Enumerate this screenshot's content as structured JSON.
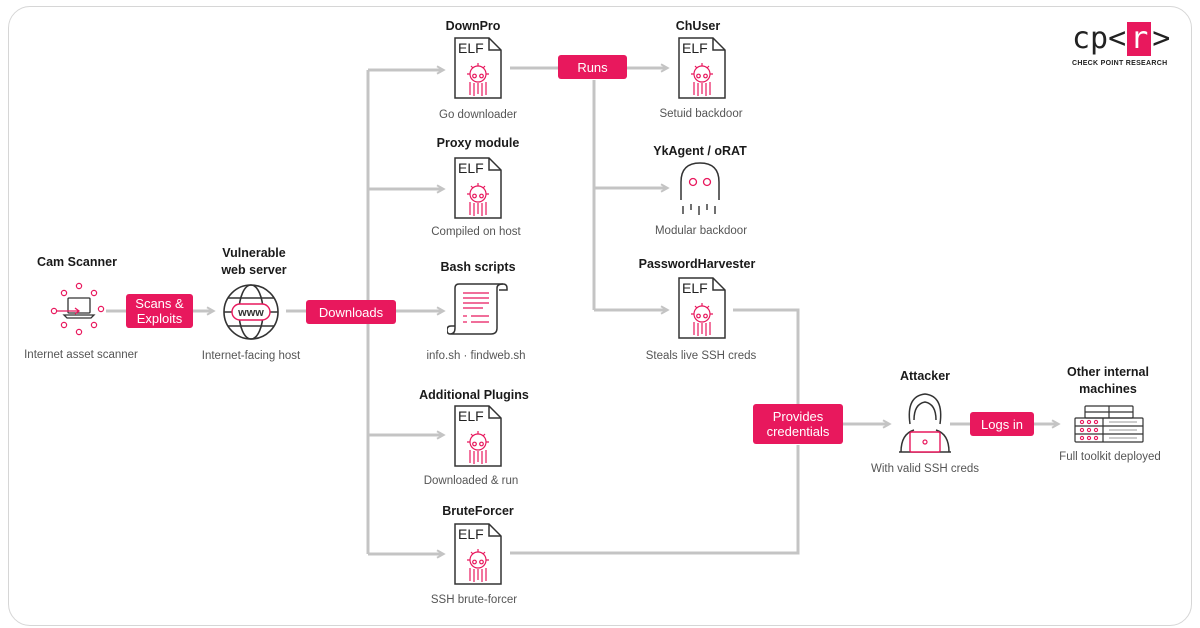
{
  "logo": {
    "mark_left": "cp<",
    "mark_r": "r",
    "mark_right": ">",
    "text": "CHECK POINT RESEARCH"
  },
  "nodes": {
    "cam_scanner": {
      "title": "Cam Scanner",
      "sub": "Internet asset scanner"
    },
    "web_server": {
      "title": "Vulnerable\nweb server",
      "sub": "Internet-facing host",
      "icon_label": "www"
    },
    "downpro": {
      "title": "DownPro",
      "sub": "Go downloader"
    },
    "proxy": {
      "title": "Proxy module",
      "sub": "Compiled on host"
    },
    "bash": {
      "title": "Bash scripts",
      "sub": "info.sh · findweb.sh"
    },
    "plugins": {
      "title": "Additional Plugins",
      "sub": "Downloaded & run"
    },
    "bruteforcer": {
      "title": "BruteForcer",
      "sub": "SSH brute-forcer"
    },
    "chuser": {
      "title": "ChUser",
      "sub": "Setuid backdoor"
    },
    "ykagent": {
      "title": "YkAgent / oRAT",
      "sub": "Modular backdoor"
    },
    "harvester": {
      "title": "PasswordHarvester",
      "sub": "Steals live SSH creds"
    },
    "attacker": {
      "title": "Attacker",
      "sub": "With valid SSH creds"
    },
    "machines": {
      "title": "Other internal\nmachines",
      "sub": "Full toolkit deployed"
    }
  },
  "elf_label": "ELF",
  "edges": {
    "scans": "Scans &\nExploits",
    "downloads": "Downloads",
    "runs": "Runs",
    "provides": "Provides\ncredentials",
    "logs_in": "Logs in"
  },
  "colors": {
    "accent": "#e8185d",
    "line": "#c4c4c4",
    "icon_stroke": "#333333"
  }
}
